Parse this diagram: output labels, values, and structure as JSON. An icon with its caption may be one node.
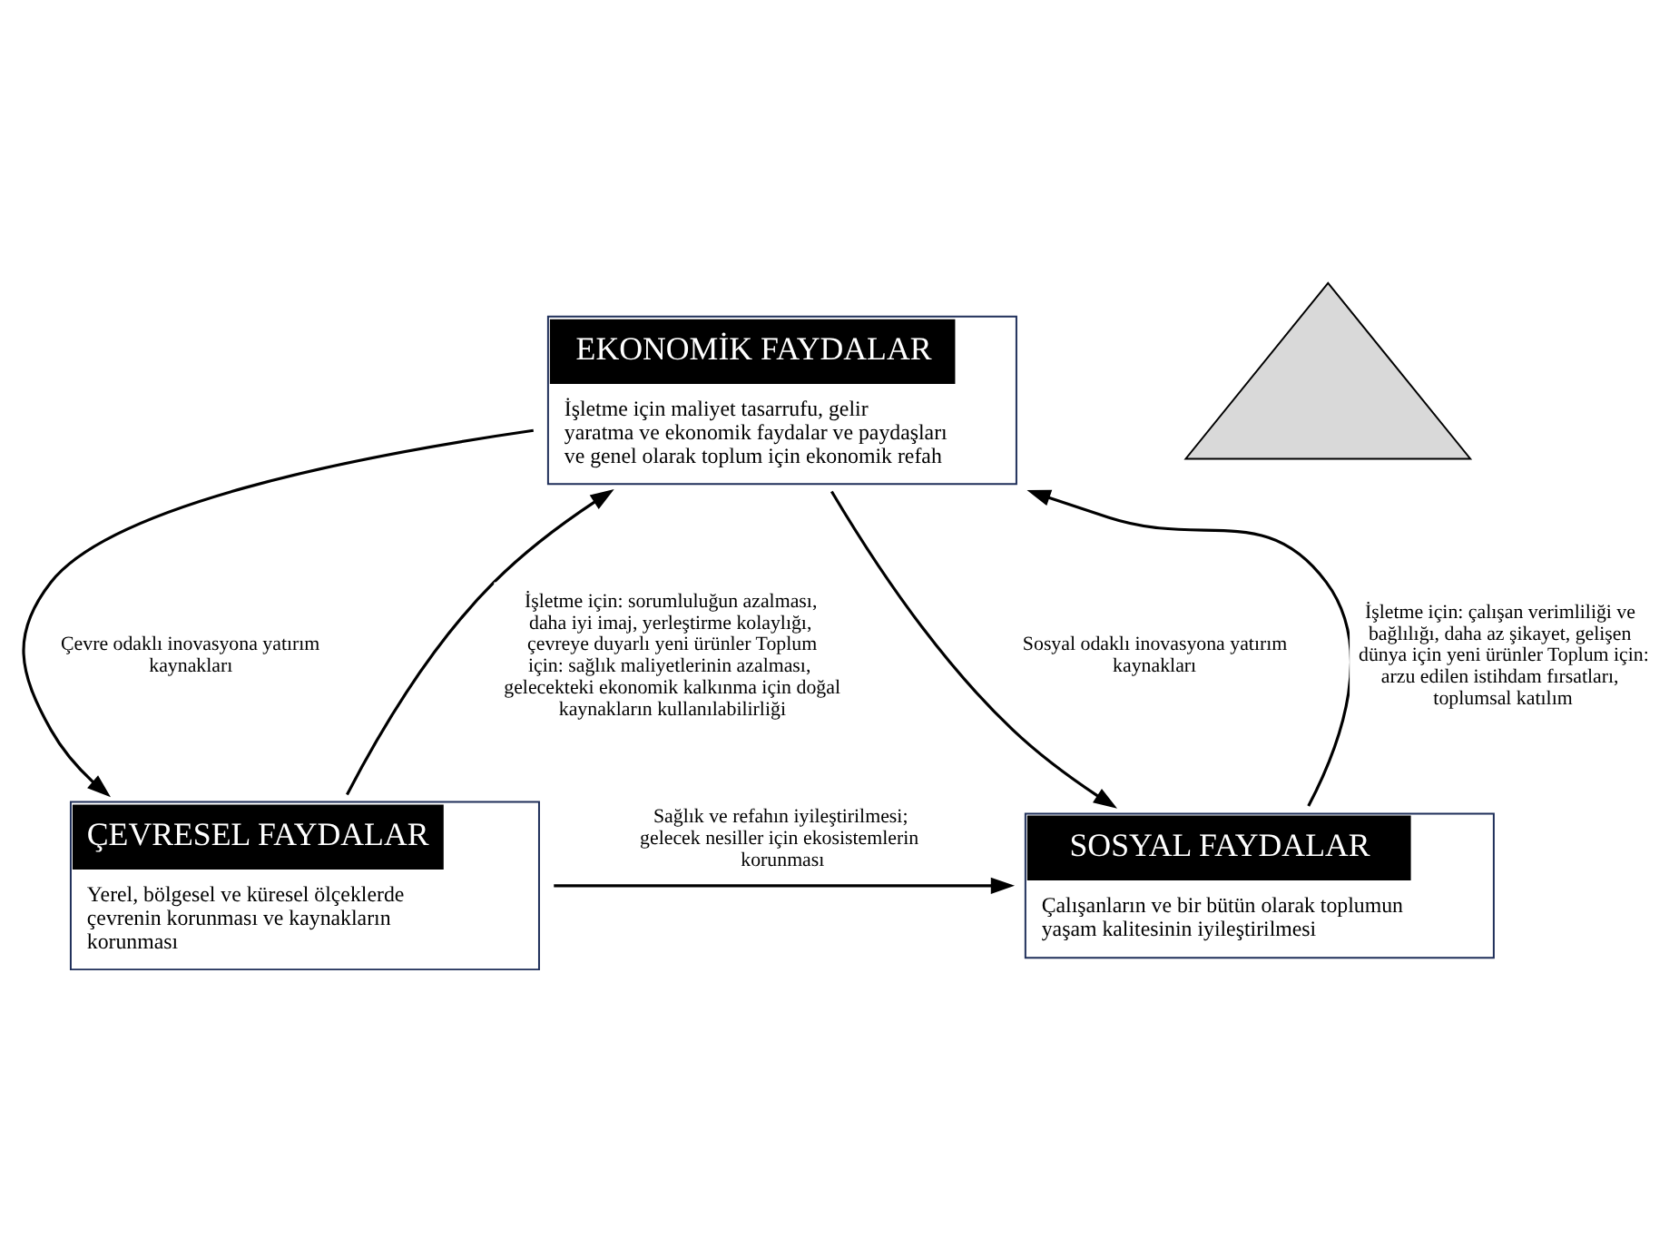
{
  "diagram": {
    "nodes": [
      {
        "text": [
          "EKONOMİK FAYDALAR",
          "İşletme için maliyet tasarrufu, gelir yaratma ve ekonomik faydalar ve paydaşları ve genel olarak toplum için ekonomik refah"
        ]
      },
      {
        "text": [
          "ÇEVRESEL FAYDALAR",
          "Yerel, bölgesel ve küresel ölçeklerde çevrenin korunması ve kaynakların korunması"
        ]
      },
      {
        "text": [
          "SOSYAL FAYDALAR",
          "Çalışanların ve bir bütün olarak toplumun yaşam kalitesinin iyileştirilmesi"
        ]
      },
      {
        "text": [],
        "shape": "triangle"
      }
    ],
    "edges": [
      {
        "from": 0,
        "to": 1,
        "arrow": "to",
        "label": "Çevre odaklı inovasyona yatırım kaynakları"
      },
      {
        "from": 1,
        "to": 0,
        "arrow": "to",
        "label": "İşletme için: sorumluluğun azalması, daha iyi imaj, yerleştirme kolaylığı, çevreye duyarlı yeni ürünler Toplum için: sağlık maliyetlerinin azalması, gelecekteki ekonomik kalkınma için doğal kaynakların kullanılabilirliği"
      },
      {
        "from": 0,
        "to": 2,
        "arrow": "to",
        "label": "Sosyal odaklı inovasyona yatırım kaynakları"
      },
      {
        "from": 2,
        "to": 0,
        "arrow": "to",
        "label": "İşletme için: çalışan verimliliği ve bağlılığı, daha az şikayet, gelişen dünya için yeni ürünler Toplum için: arzu edilen istihdam fırsatları, toplumsal katılım"
      },
      {
        "from": 1,
        "to": 2,
        "arrow": "to",
        "label": "Sağlık ve refahın iyileştirilmesi; gelecek nesiller için ekosistemlerin korunması"
      }
    ]
  }
}
